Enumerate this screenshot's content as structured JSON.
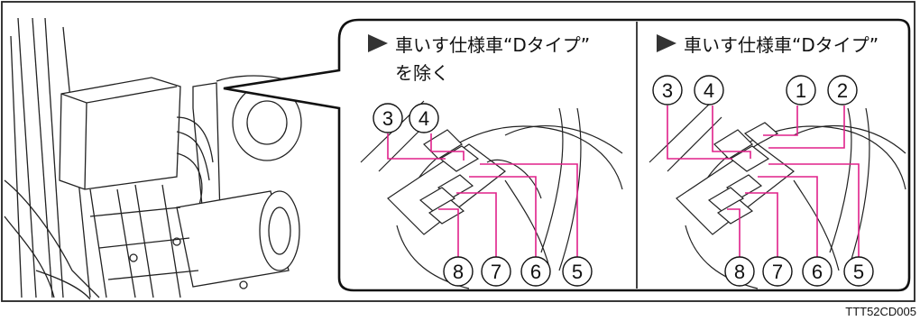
{
  "figure_code": "TTT52CD005",
  "colors": {
    "callout_line": "#e0218a",
    "ink": "#222222",
    "arrow": "#333333"
  },
  "panels": [
    {
      "heading_line1": "車いす仕様車“Dタイプ”",
      "heading_line2": "を除く",
      "top_labels": [
        "3",
        "4"
      ],
      "bottom_labels": [
        "8",
        "7",
        "6",
        "5"
      ]
    },
    {
      "heading_line1": "車いす仕様車“Dタイプ”",
      "top_labels": [
        "3",
        "4",
        "1",
        "2"
      ],
      "bottom_labels": [
        "8",
        "7",
        "6",
        "5"
      ]
    }
  ]
}
